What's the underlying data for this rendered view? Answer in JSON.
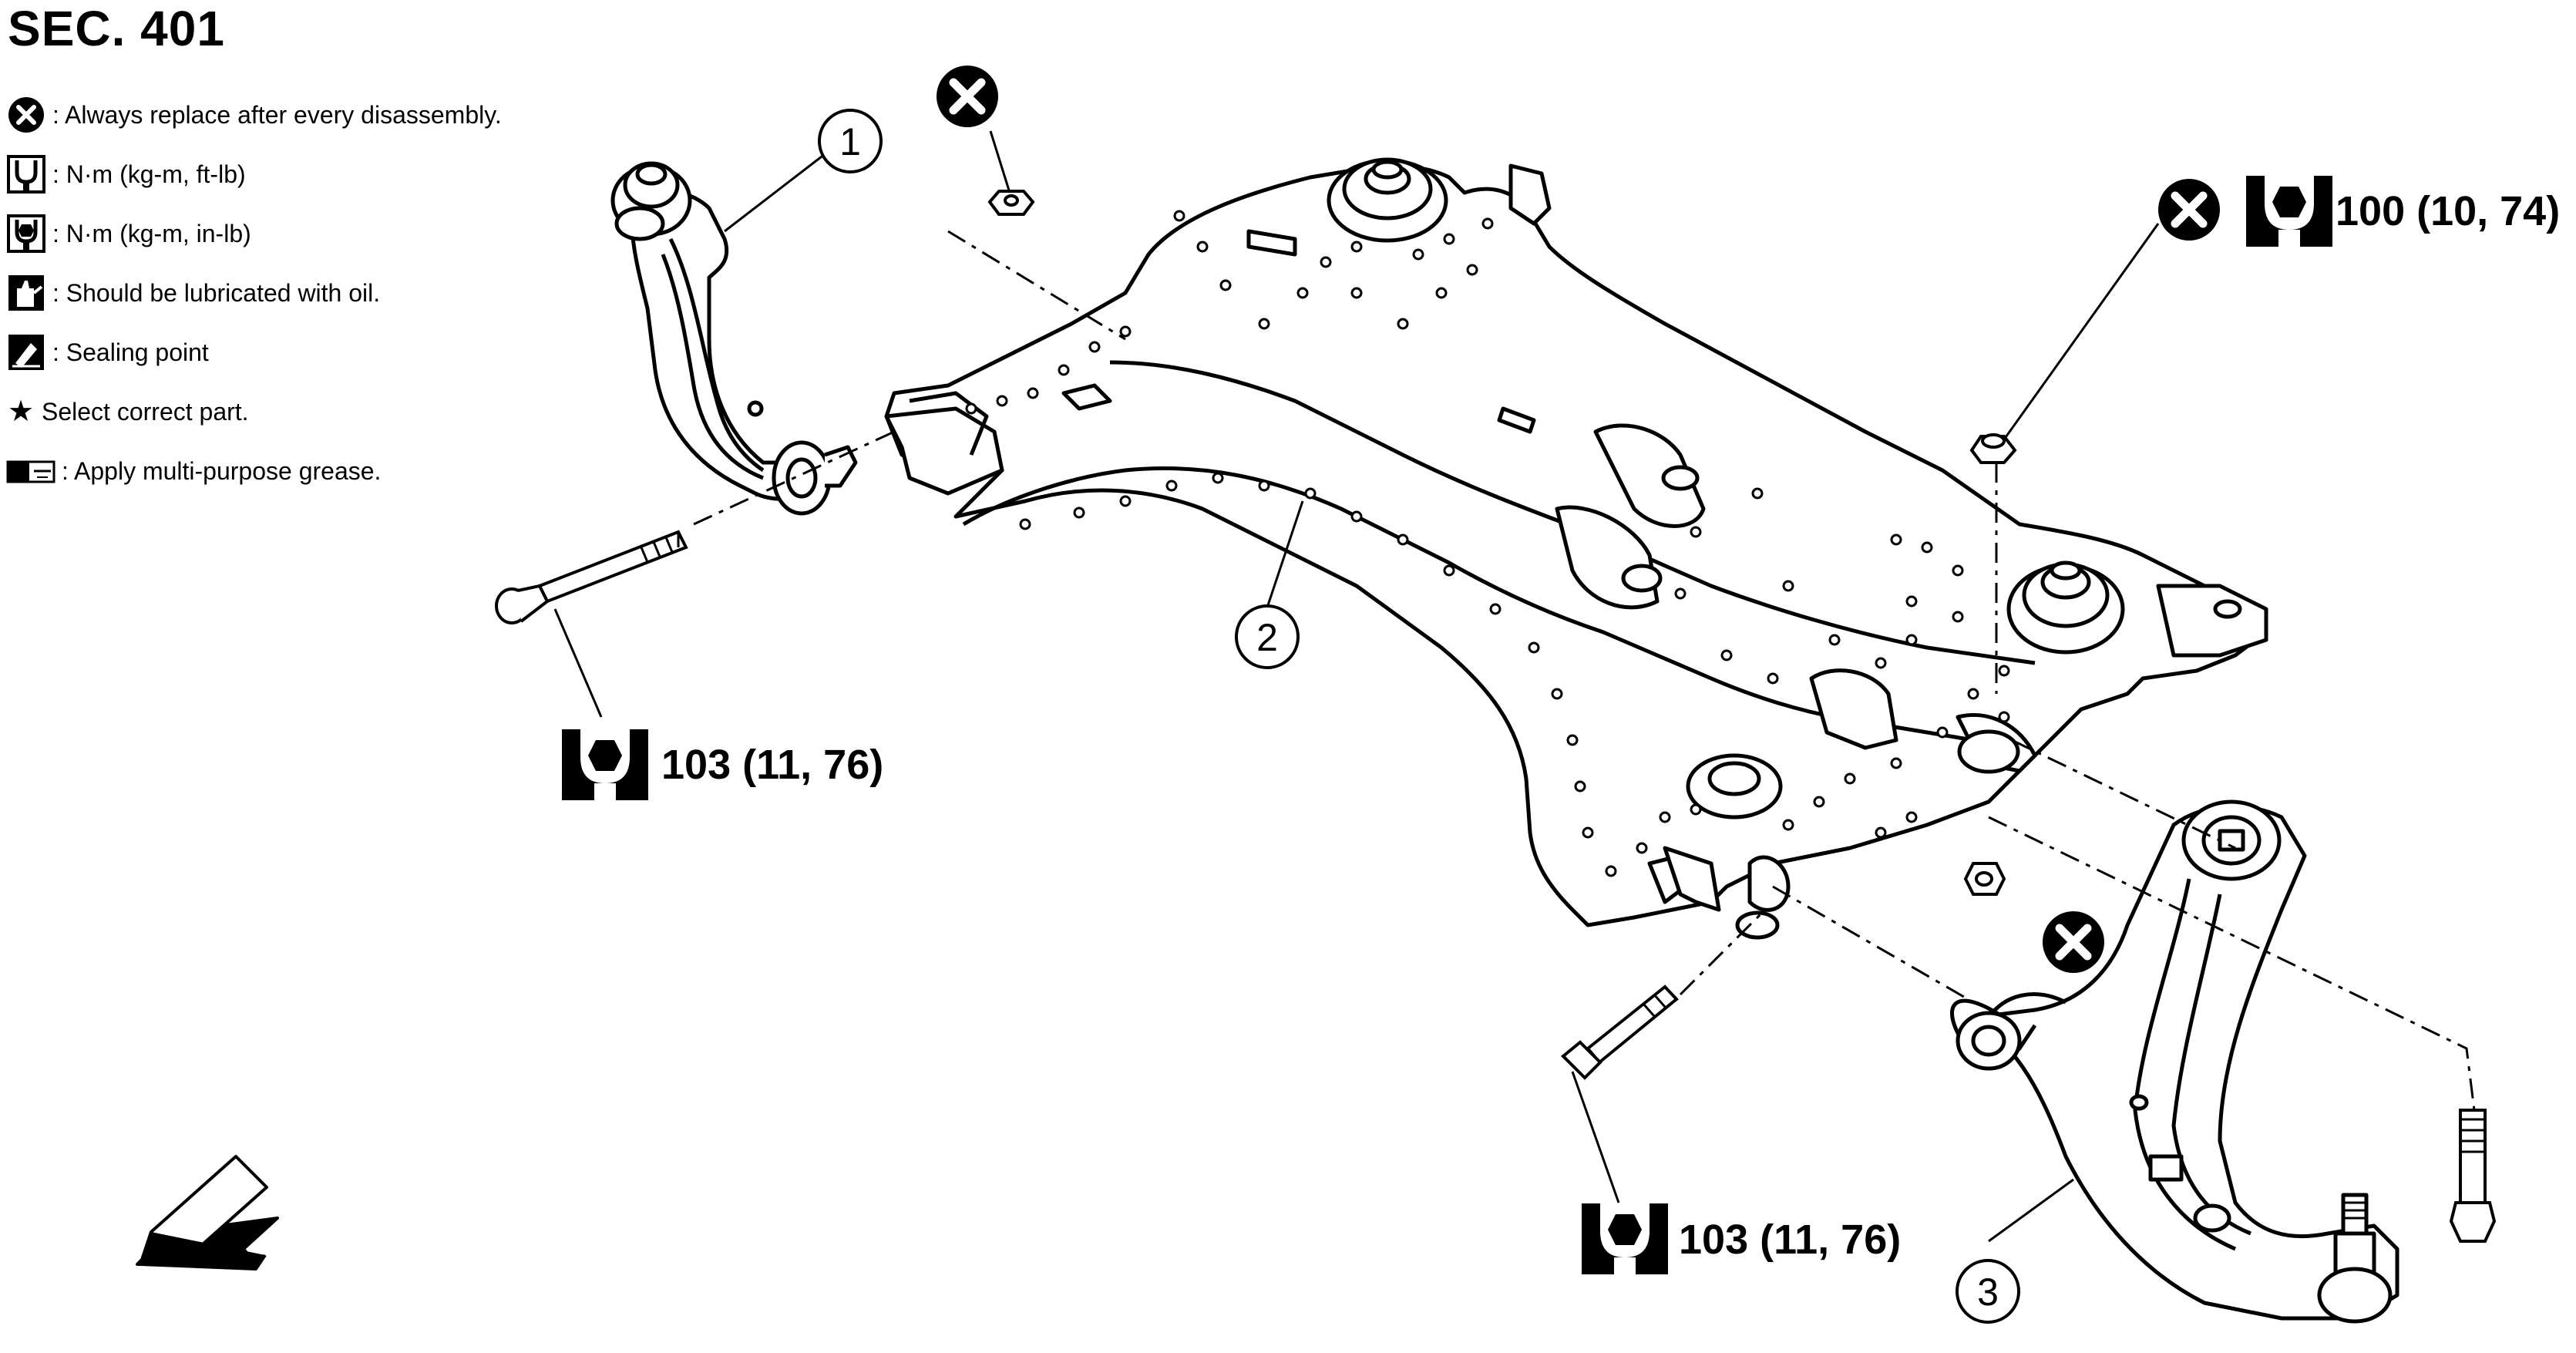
{
  "section_title": "SEC. 401",
  "legend": [
    {
      "icon": "replace-icon",
      "text": ": Always replace after every disassembly."
    },
    {
      "icon": "torque-wrench-icon",
      "text": ": N·m (kg-m, ft-lb)"
    },
    {
      "icon": "torque-wrench-filled-icon",
      "text": ": N·m (kg-m, in-lb)"
    },
    {
      "icon": "oil-can-icon",
      "text": ": Should be lubricated with oil."
    },
    {
      "icon": "sealing-point-icon",
      "text": ": Sealing point"
    },
    {
      "icon": "star-icon",
      "symbol": "★",
      "text": "Select correct part."
    },
    {
      "icon": "grease-icon",
      "text": ": Apply multi-purpose grease."
    }
  ],
  "callouts": {
    "part_1": "1",
    "part_2": "2",
    "part_3": "3"
  },
  "torques": {
    "upper_left": "103 (11, 76)",
    "upper_right": "100 (10, 74)",
    "lower_center": "103 (11, 76)"
  },
  "colors": {
    "line": "#000000",
    "background": "#ffffff"
  }
}
